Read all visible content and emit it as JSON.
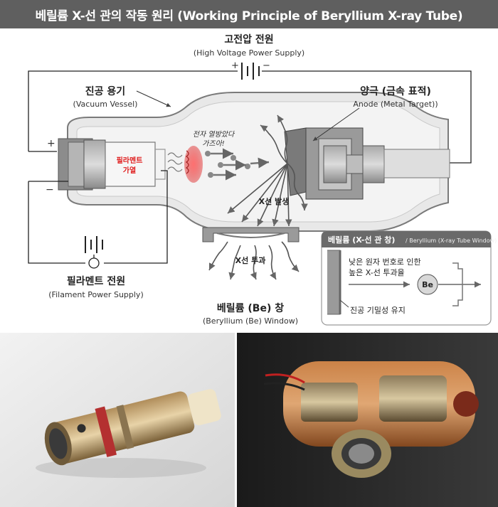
{
  "title": "베릴륨 X-선 관의 작동 원리 (Working Principle of Beryllium X-ray Tube)",
  "labels": {
    "hv_ko": "고전압 전원",
    "hv_en": "(High Voltage Power Supply)",
    "vessel_ko": "진공 용기",
    "vessel_en": "(Vacuum Vessel)",
    "anode_ko": "양극 (금속 표적)",
    "anode_en": "Anode (Metal Target))",
    "electron_note_1": "전자 열방았다",
    "electron_note_2": "가즈아!",
    "filament_1": "필라멘트",
    "filament_2": "가열",
    "xray_gen": "X선 발생",
    "xray_pass": "X선 투과",
    "plus": "+",
    "minus": "−",
    "filament_ps_ko": "필라멘트 전원",
    "filament_ps_en": "(Filament Power Supply)",
    "be_window_ko": "베릴륨 (Be) 창",
    "be_window_en": "(Beryllium (Be) Window)"
  },
  "inset": {
    "header_ko": "베릴륨 (X-선 관 창)",
    "header_en": "/ Beryllium (X-ray Tube Window)",
    "text_1": "낮은 원자 번호로 인한",
    "text_2": "높은 X-선 투과율",
    "be_symbol": "Be",
    "seal": "진공 기밀성 유지"
  },
  "colors": {
    "title_bg": "#5f5f5f",
    "glass": "#e6e6e6",
    "metal_dark": "#6e6e6e",
    "filament_glow": "#e04848",
    "filament_text": "#e02020",
    "amber_glass": "#b5652a"
  }
}
